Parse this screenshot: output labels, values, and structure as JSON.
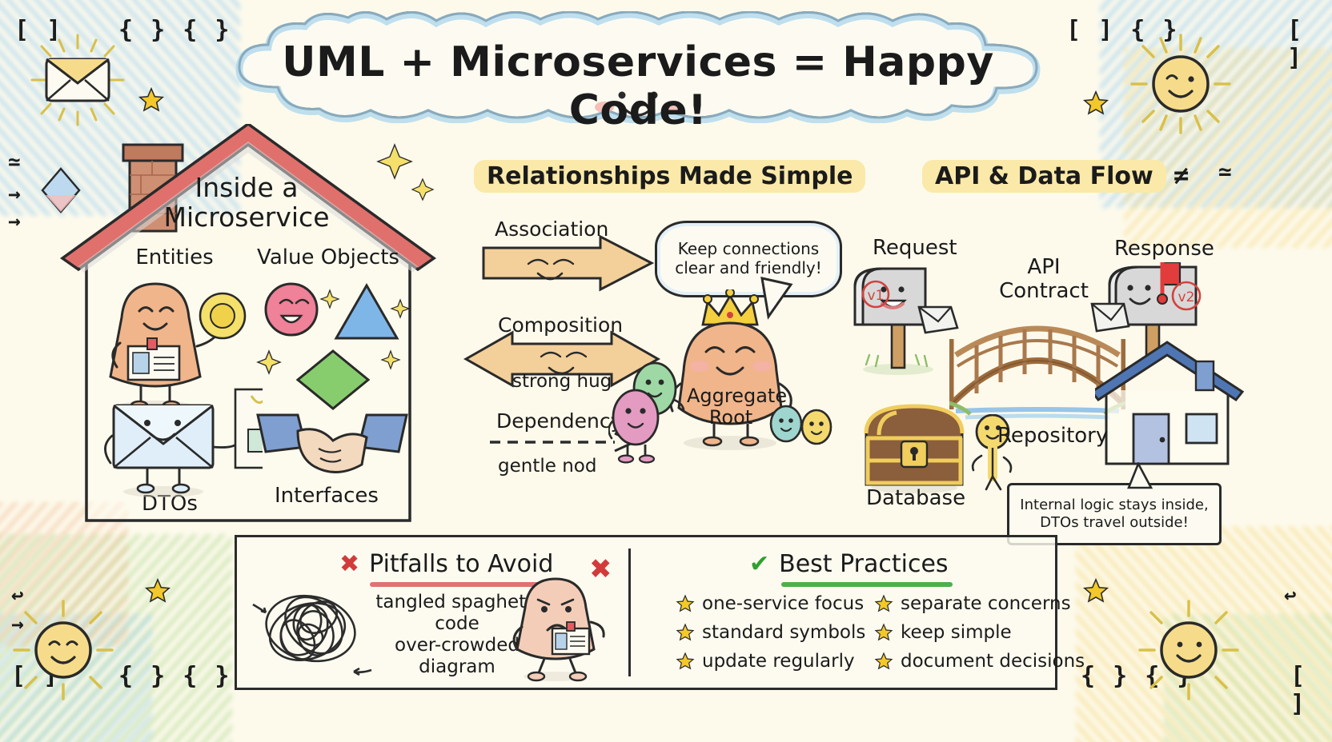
{
  "title": "UML + Microservices = Happy Code!",
  "panels": {
    "house": {
      "title_line1": "Inside a",
      "title_line2": "Microservice",
      "labels": {
        "entities": "Entities",
        "value_objects": "Value Objects",
        "dtos": "DTOs",
        "interfaces": "Interfaces"
      }
    },
    "relationships": {
      "heading": "Relationships Made Simple",
      "rows": [
        {
          "name": "Association",
          "sub": ""
        },
        {
          "name": "Composition",
          "sub": "strong hug"
        },
        {
          "name": "Dependency",
          "sub": "gentle nod"
        }
      ],
      "bubble": "Keep connections clear and friendly!",
      "aggregate_label_line1": "Aggregate",
      "aggregate_label_line2": "Root"
    },
    "api": {
      "heading": "API & Data Flow",
      "request_label": "Request",
      "request_version": "v1",
      "response_label": "Response",
      "response_version": "v2",
      "contract_line1": "API",
      "contract_line2": "Contract",
      "database_label": "Database",
      "repository_label": "Repository",
      "note_line1": "Internal logic stays inside,",
      "note_line2": "DTOs travel outside!"
    },
    "pitfalls": {
      "heading": "Pitfalls to Avoid",
      "mark": "✖",
      "items_line1": "tangled spaghetti",
      "items_line2": "code",
      "items_line3": "over-crowded",
      "items_line4": "diagram",
      "underline_color": "#e0726f"
    },
    "best_practices": {
      "heading": "Best Practices",
      "mark": "✔",
      "underline_color": "#4cb04c",
      "column_left": [
        "one-service focus",
        "standard symbols",
        "update regularly"
      ],
      "column_right": [
        "separate concerns",
        "keep simple",
        "document decisions"
      ]
    }
  },
  "decorations": {
    "top_left": [
      "[ ]",
      "{ } { }"
    ],
    "top_left_side": [
      "≃",
      "→",
      "→"
    ],
    "top_right": [
      "[ ] { }",
      "[ ]"
    ],
    "top_right_side": [
      "≠",
      "≃"
    ],
    "bottom_left": [
      "[ ]",
      "{ } { }"
    ],
    "bottom_left_side": [
      "↩",
      "→"
    ],
    "bottom_right": [
      "{ } { }",
      "[ ]"
    ],
    "bottom_right_side": [
      "↩"
    ]
  },
  "colors": {
    "paper": "#fdfaec",
    "ink": "#1b1b1b",
    "highlight": "#fae9a8",
    "roof_red": "#e0706c",
    "roof_blue": "#4f76b3",
    "skin": "#f0b58a",
    "star_yellow": "#f3c829"
  }
}
